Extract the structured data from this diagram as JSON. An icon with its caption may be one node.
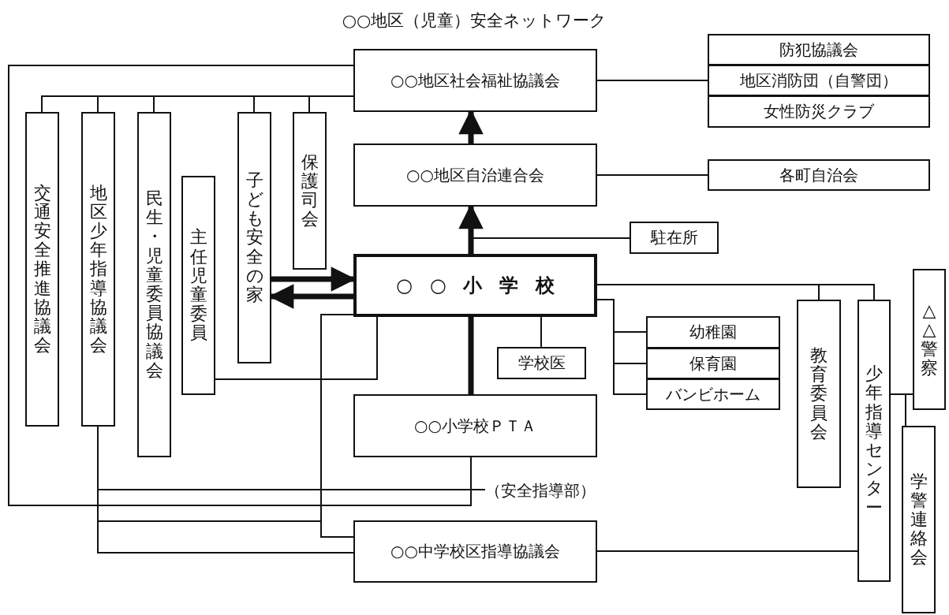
{
  "diagram": {
    "title": "○○地区（児童）安全ネットワーク",
    "nodes": [
      {
        "text": [
          "○○地区社会福祉協議会"
        ]
      },
      {
        "text": [
          "防犯協議会"
        ]
      },
      {
        "text": [
          "地区消防団（自警団）"
        ]
      },
      {
        "text": [
          "女性防災クラブ"
        ]
      },
      {
        "text": [
          "○○地区自治連合会"
        ]
      },
      {
        "text": [
          "各町自治会"
        ]
      },
      {
        "text": [
          "交通安全推進協議会"
        ]
      },
      {
        "text": [
          "地区少年指導協議会"
        ]
      },
      {
        "text": [
          "民生・児童委員協議会"
        ]
      },
      {
        "text": [
          "主任児童委員"
        ]
      },
      {
        "text": [
          "子ども安全の家"
        ]
      },
      {
        "text": [
          "保護司会"
        ]
      },
      {
        "text": [
          "駐在所"
        ]
      },
      {
        "text": [
          "○○小学校"
        ]
      },
      {
        "text": [
          "学校医"
        ]
      },
      {
        "text": [
          "幼稚園"
        ]
      },
      {
        "text": [
          "保育園"
        ]
      },
      {
        "text": [
          "バンビホーム"
        ]
      },
      {
        "text": [
          "教育委員会"
        ]
      },
      {
        "text": [
          "少年指導センター"
        ]
      },
      {
        "text": [
          "△△警察"
        ]
      },
      {
        "text": [
          "学警連絡会"
        ]
      },
      {
        "text": [
          "○○小学校ＰＴＡ"
        ]
      },
      {
        "text": [
          "（安全指導部）"
        ]
      },
      {
        "text": [
          "○○中学校区指導協議会"
        ]
      }
    ],
    "edges": [
      {
        "from": 0,
        "to": 2,
        "arrow": "none"
      },
      {
        "from": 4,
        "to": 5,
        "arrow": "none"
      },
      {
        "from": 4,
        "to": 0,
        "arrow": "to",
        "style": "thick"
      },
      {
        "from": 13,
        "to": 4,
        "arrow": "to",
        "style": "thick"
      },
      {
        "from": 12,
        "to": 13,
        "arrow": "none"
      },
      {
        "from": 0,
        "to": 6,
        "arrow": "none"
      },
      {
        "from": 0,
        "to": 7,
        "arrow": "none"
      },
      {
        "from": 0,
        "to": 8,
        "arrow": "none"
      },
      {
        "from": 0,
        "to": 10,
        "arrow": "none"
      },
      {
        "from": 0,
        "to": 11,
        "arrow": "none"
      },
      {
        "from": 0,
        "to": 22,
        "arrow": "none"
      },
      {
        "from": 7,
        "to": 23,
        "arrow": "none"
      },
      {
        "from": 7,
        "to": 13,
        "arrow": "none"
      },
      {
        "from": 7,
        "to": 24,
        "arrow": "none"
      },
      {
        "from": 13,
        "to": 24,
        "arrow": "none"
      },
      {
        "from": 9,
        "to": 13,
        "arrow": "none"
      },
      {
        "from": 10,
        "to": 13,
        "arrow": "to",
        "style": "thick"
      },
      {
        "from": 13,
        "to": 10,
        "arrow": "to",
        "style": "thick"
      },
      {
        "from": 13,
        "to": 22,
        "arrow": "none",
        "style": "thick"
      },
      {
        "from": 13,
        "to": 14,
        "arrow": "none"
      },
      {
        "from": 13,
        "to": 15,
        "arrow": "none"
      },
      {
        "from": 13,
        "to": 16,
        "arrow": "none"
      },
      {
        "from": 13,
        "to": 17,
        "arrow": "none"
      },
      {
        "from": 13,
        "to": 18,
        "arrow": "none"
      },
      {
        "from": 13,
        "to": 19,
        "arrow": "none"
      },
      {
        "from": 19,
        "to": 20,
        "arrow": "none"
      },
      {
        "from": 19,
        "to": 21,
        "arrow": "none"
      },
      {
        "from": 24,
        "to": 19,
        "arrow": "none"
      }
    ]
  }
}
